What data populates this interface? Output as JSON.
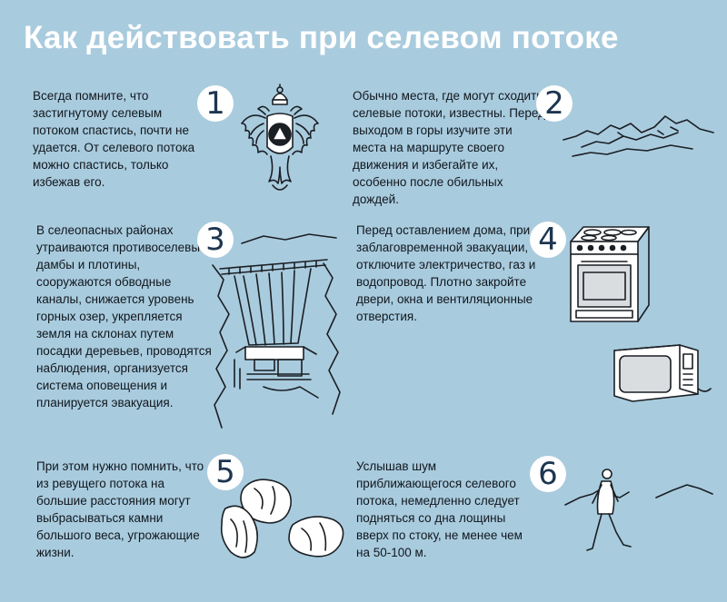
{
  "title": "Как действовать при селевом потоке",
  "items": [
    {
      "number": "1",
      "text": "Всегда помните, что застигнутому селевым потоком спастись, почти не удается. От селевого потока можно спастись, только избежав его.",
      "icon": "emergency-emblem-icon"
    },
    {
      "number": "2",
      "text": "Обычно места, где могут сходить селевые потоки, известны. Перед выходом в горы изучите эти места на маршруте своего движения и избегайте их, особенно после обильных дождей.",
      "icon": "mountains-icon"
    },
    {
      "number": "3",
      "text": "В селеопасных районах утраиваются противоселевые дамбы и плотины, сооружаются обводные каналы, снижается уровень горных озер, укрепляется земля на склонах путем посадки деревьев, проводятся наблюдения, организуется система оповещения и планируется эвакуация.",
      "icon": "dam-icon"
    },
    {
      "number": "4",
      "text": "Перед оставлением дома, при заблаговременной эвакуации, отключите электричество, газ и водопровод. Плотно закройте двери, окна и вентиляционные отверстия.",
      "icon": "stove-icon"
    },
    {
      "number": "5",
      "text": "При этом нужно помнить, что из ревущего потока на большие расстояния могут выбрасываться камни большого веса, угрожающие жизни.",
      "icon": "boulders-icon"
    },
    {
      "number": "6",
      "text": "Услышав шум приближающегося селевого потока, немедленно следует подняться со дна лощины вверх по стоку, не менее чем на 50-100 м.",
      "icon": "walking-man-icon"
    }
  ],
  "colors": {
    "background": "#a9cbde",
    "title": "#ffffff",
    "number": "#1d3550",
    "text": "#10171d"
  }
}
